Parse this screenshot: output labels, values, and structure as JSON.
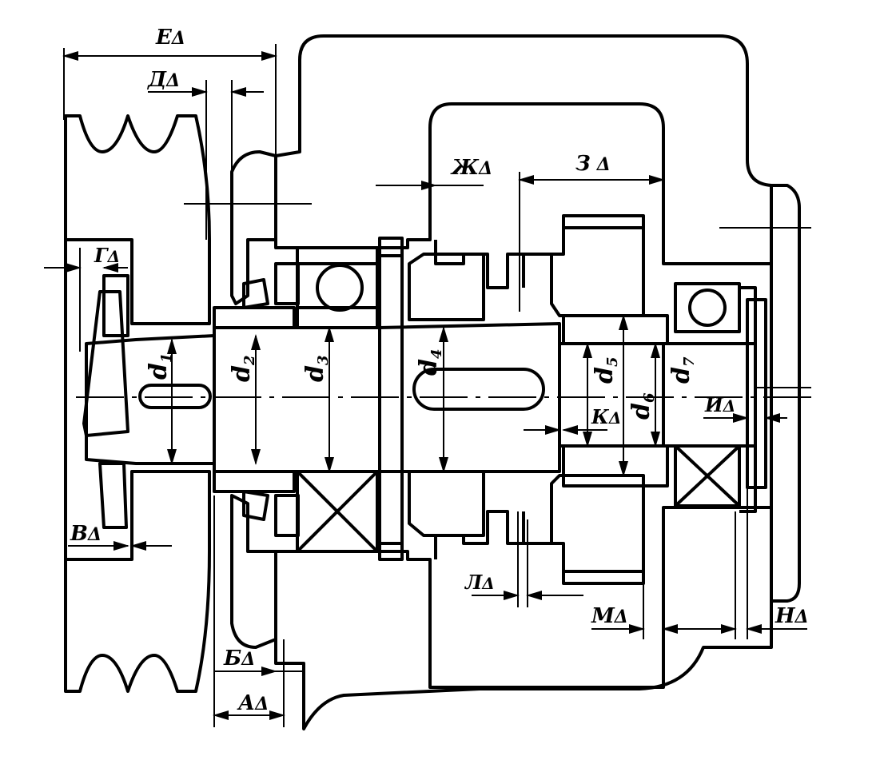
{
  "dimensions": {
    "E": "Е",
    "D": "Д",
    "G": "Г",
    "V": "В",
    "B": "Б",
    "A": "А",
    "ZH": "Ж",
    "Z": "З",
    "K": "К",
    "I": "И",
    "L": "Л",
    "M": "М",
    "N": "Н",
    "delta": "Δ"
  },
  "diameters": [
    "d",
    "d",
    "d",
    "d",
    "d",
    "d",
    "d"
  ],
  "diameter_indices": [
    "1",
    "2",
    "3",
    "4",
    "5",
    "6",
    "7"
  ],
  "colors": {
    "ink": "#000000",
    "paper": "#ffffff"
  }
}
